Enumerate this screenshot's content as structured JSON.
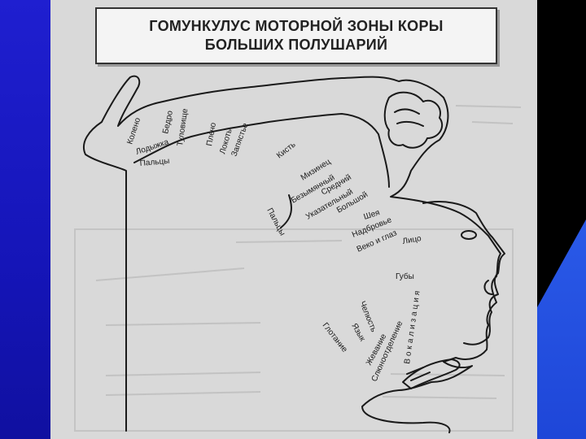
{
  "title": {
    "line1": "ГОМУНКУЛУС МОТОРНОЙ ЗОНЫ КОРЫ",
    "line2": "БОЛЬШИХ ПОЛУШАРИЙ"
  },
  "labels": {
    "knee": "Колено",
    "hip": "Бедро",
    "trunk": "Туловище",
    "shoulder": "Плечо",
    "elbow": "Локоть",
    "wrist": "Запястье",
    "hand": "Кисть",
    "ankle": "Лодыжка",
    "toes": "Пальцы",
    "little_finger": "Мизинец",
    "ring_finger": "Безымянный",
    "middle_finger": "Средний",
    "index_finger": "Указательный",
    "thumb": "Большой",
    "fingers": "Пальцы",
    "neck": "Шея",
    "brow": "Надбровье",
    "eyelid_eye": "Веко и глаз",
    "face": "Лицо",
    "lips": "Губы",
    "jaw": "Челюсть",
    "tongue": "Язык",
    "swallowing": "Глотание",
    "chewing": "Жевание",
    "salivation": "Слюноотделение",
    "vocalization": "Вокализация"
  },
  "colors": {
    "ink": "#1a1a1a",
    "slide_bg": "#d9d9d9",
    "left_band": "#1f1fd0",
    "right_band": "#2a5ae8"
  }
}
